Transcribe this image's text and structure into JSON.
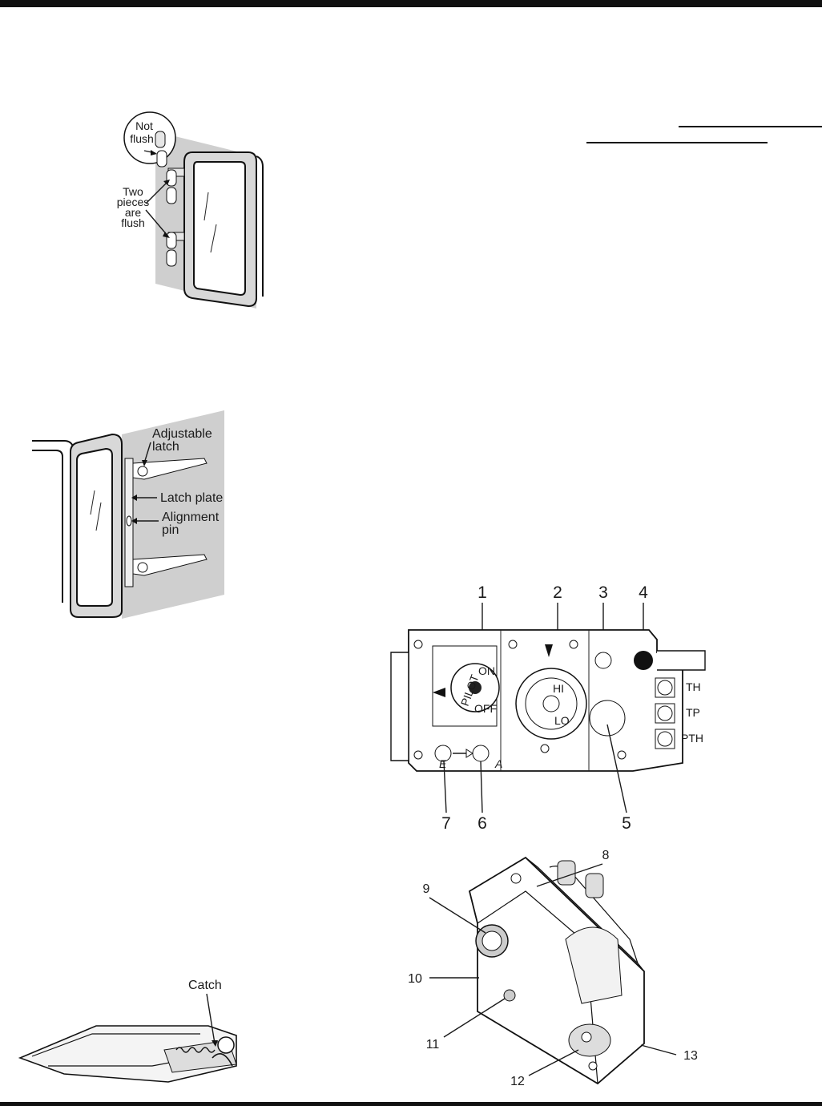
{
  "fig_door_flush": {
    "callout_not_flush": [
      "Not",
      "flush"
    ],
    "callout_two_pieces": [
      "Two",
      "pieces",
      "are",
      "flush"
    ]
  },
  "fig_latch": {
    "adjustable_latch": [
      "Adjustable",
      "latch"
    ],
    "latch_plate": "Latch plate",
    "alignment_pin": [
      "Alignment",
      "pin"
    ]
  },
  "fig_catch": {
    "catch_label": "Catch"
  },
  "fig_valve_top": {
    "callouts_top": [
      "1",
      "2",
      "3",
      "4"
    ],
    "callouts_bottom": [
      "7",
      "6",
      "5"
    ],
    "knob_pilot": [
      "PILOT",
      "ON",
      "OFF"
    ],
    "knob_hi_lo": [
      "HI",
      "LO"
    ],
    "terminal_labels": [
      "TH",
      "TP",
      "PTH"
    ],
    "port_labels": [
      "E",
      "A"
    ]
  },
  "fig_valve_bottom": {
    "callouts": [
      "8",
      "9",
      "10",
      "11",
      "12",
      "13"
    ]
  }
}
